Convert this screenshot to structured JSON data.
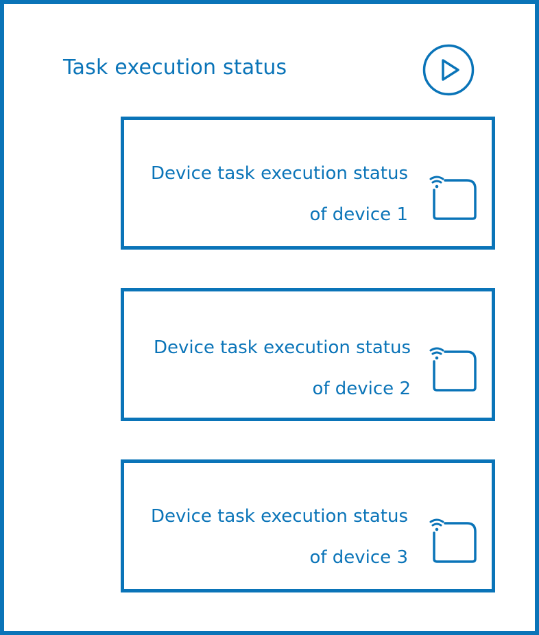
{
  "title": "Task execution status",
  "icons": {
    "start": "play-icon",
    "device": "wireless-device-icon"
  },
  "colors": {
    "accent": "#0a74b8",
    "background": "#ffffff"
  },
  "devices": [
    {
      "line1": "Device task execution status",
      "line2": "of device 1"
    },
    {
      "line1": "Device task execution status",
      "line2": "of device 2"
    },
    {
      "line1": "Device task execution status",
      "line2": "of device 3"
    }
  ]
}
